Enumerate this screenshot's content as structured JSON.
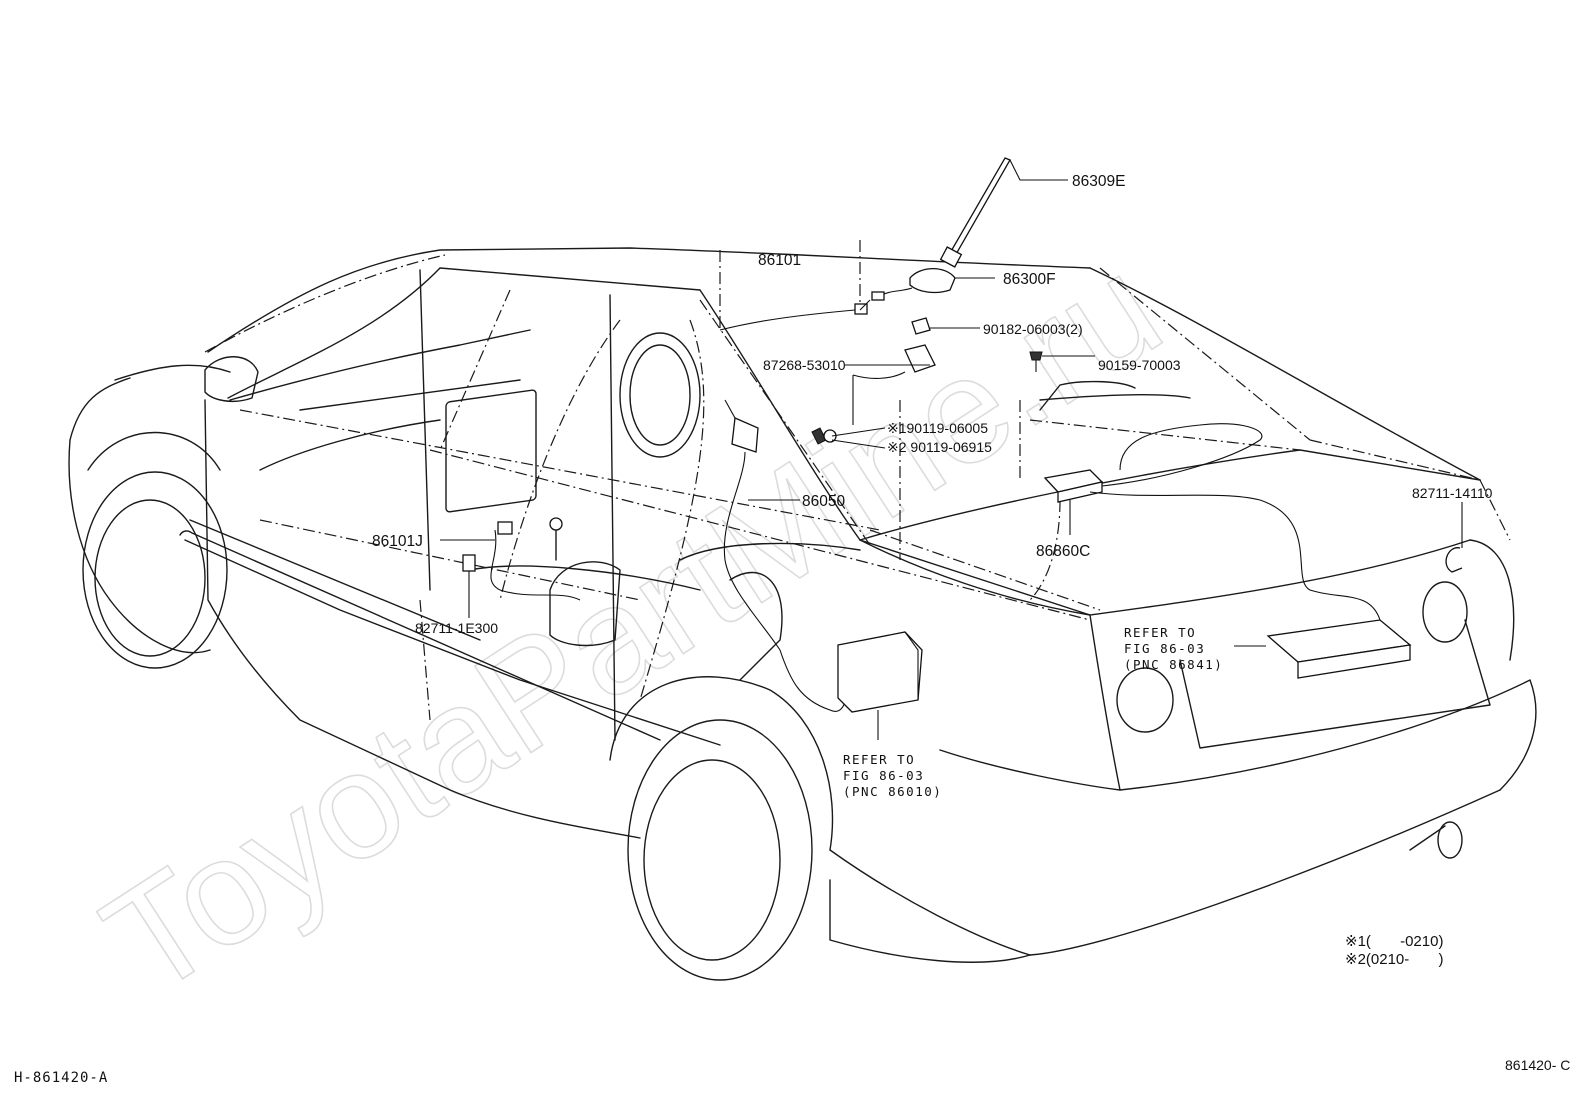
{
  "watermark": "ToyotaPartMine.ru",
  "labels": {
    "p86309E": "86309E",
    "p86101": "86101",
    "p86300F": "86300F",
    "p90182": "90182-06003(2)",
    "p87268": "87268-53010",
    "p90159": "90159-70003",
    "p90119a": "※190119-06005",
    "p90119b": "※2 90119-06915",
    "p82711_14110": "82711-14110",
    "p86050": "86050",
    "p86101J": "86101J",
    "p86860C": "86860C",
    "p82711_1E300": "82711-1E300"
  },
  "refer_rear": {
    "line1": "REFER TO",
    "line2": "FIG 86-03",
    "line3": "(PNC 86841)"
  },
  "refer_side": {
    "line1": "REFER TO",
    "line2": "FIG 86-03",
    "line3": "(PNC 86010)"
  },
  "codes": {
    "code1": "※1(       -0210)",
    "code2": "※2(0210-       )"
  },
  "footer": {
    "left": "H-861420-A",
    "right": "861420- C"
  }
}
